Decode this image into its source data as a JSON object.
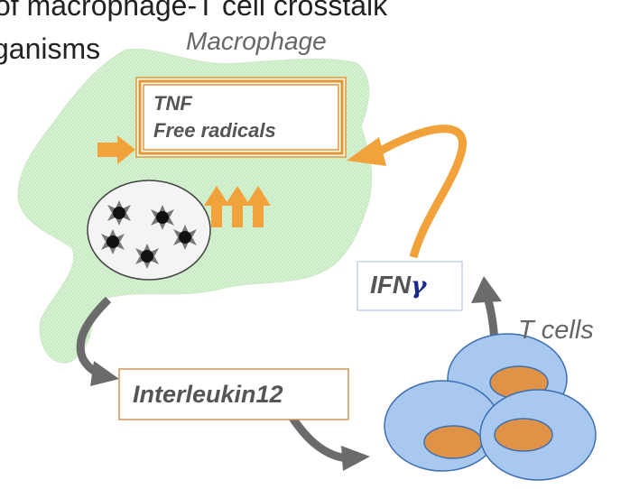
{
  "title": {
    "line1": "of macrophage-T cell crosstalk",
    "line2": "ganisms"
  },
  "labels": {
    "macrophage": "Macrophage",
    "t_cells": "T cells"
  },
  "boxes": {
    "tnf": "TNF",
    "free_radicals": "Free radicals",
    "ifn": "IFN",
    "ifn_symbol": "γ",
    "interleukin": "Interleukin12"
  },
  "colors": {
    "macrophage_fill": "#d4f2cf",
    "arrow_orange": "#f2a23a",
    "arrow_gray": "#6b6b6b",
    "tcell_fill": "#a9c8f0",
    "tcell_nucleus": "#e09246",
    "box_border_orange": "#e6942e",
    "ifn_box_border": "#c3d3ea"
  },
  "icons": [
    "bacteria-icon",
    "up-arrows-icon"
  ]
}
